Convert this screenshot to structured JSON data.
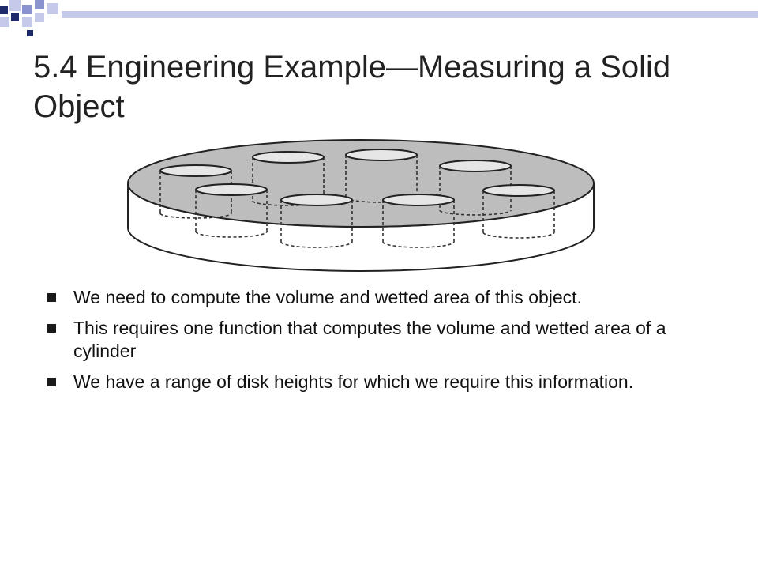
{
  "slide": {
    "title": "5.4 Engineering Example—Measuring a Solid Object",
    "bullets": [
      "We need to compute the volume and wetted area of this object.",
      "This requires one function that computes the volume and wetted area of a cylinder",
      "We have a range of disk heights for which we require this information."
    ]
  },
  "colors": {
    "accent_navy": "#1f2a6b",
    "accent_periwinkle": "#8b93cf",
    "accent_lavender": "#c5c9ea",
    "disk_fill": "#bdbdbd",
    "cylinder_fill": "#e6e6e6"
  }
}
